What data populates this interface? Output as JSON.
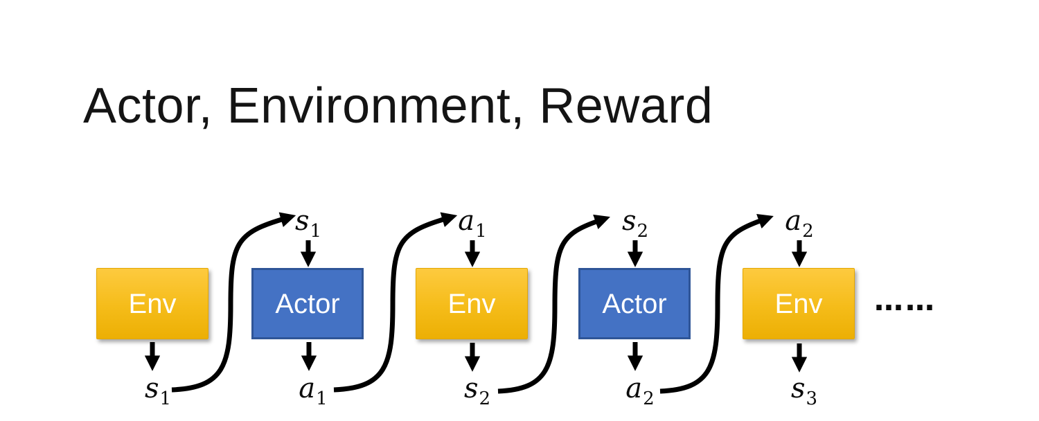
{
  "title": "Actor, Environment, Reward",
  "diagram": {
    "boxes": [
      {
        "label": "Env",
        "type": "environment"
      },
      {
        "label": "Actor",
        "type": "actor"
      },
      {
        "label": "Env",
        "type": "environment"
      },
      {
        "label": "Actor",
        "type": "actor"
      },
      {
        "label": "Env",
        "type": "environment"
      }
    ],
    "top_labels": [
      {
        "base": "s",
        "sub": "1"
      },
      {
        "base": "a",
        "sub": "1"
      },
      {
        "base": "s",
        "sub": "2"
      },
      {
        "base": "a",
        "sub": "2"
      }
    ],
    "bottom_labels": [
      {
        "base": "s",
        "sub": "1"
      },
      {
        "base": "a",
        "sub": "1"
      },
      {
        "base": "s",
        "sub": "2"
      },
      {
        "base": "a",
        "sub": "2"
      },
      {
        "base": "s",
        "sub": "3"
      }
    ],
    "ellipsis": "……"
  },
  "colors": {
    "env_gradient_top": "#FDCA3F",
    "env_gradient_bottom": "#ECAF04",
    "actor_fill": "#4472C4",
    "actor_border": "#2F5597",
    "arrow": "#000000",
    "title_text": "#141414",
    "box_text": "#FFFFFF"
  }
}
